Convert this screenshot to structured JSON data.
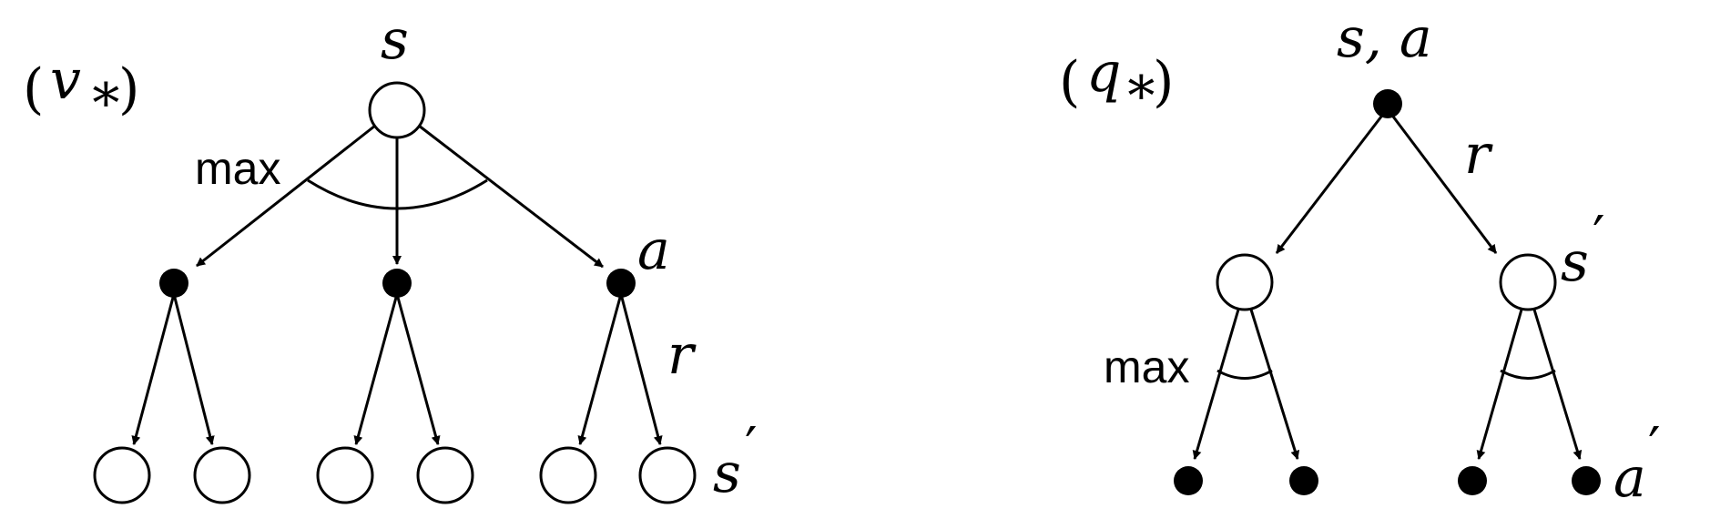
{
  "left": {
    "panel_label_open": "(",
    "panel_label_var": "v",
    "panel_label_sub": "∗",
    "panel_label_close": ")",
    "root_label": "s",
    "max_label": "max",
    "action_label": "a",
    "reward_label": "r",
    "next_state_label": "s",
    "prime": "′"
  },
  "right": {
    "panel_label_open": "(",
    "panel_label_var": "q",
    "panel_label_sub": "∗",
    "panel_label_close": ")",
    "root_label": "s, a",
    "reward_label": "r",
    "next_state_label": "s",
    "prime": "′",
    "max_label": "max",
    "next_action_label": "a"
  },
  "colors": {
    "stroke": "#000000",
    "state_fill": "#ffffff",
    "action_fill": "#000000"
  }
}
